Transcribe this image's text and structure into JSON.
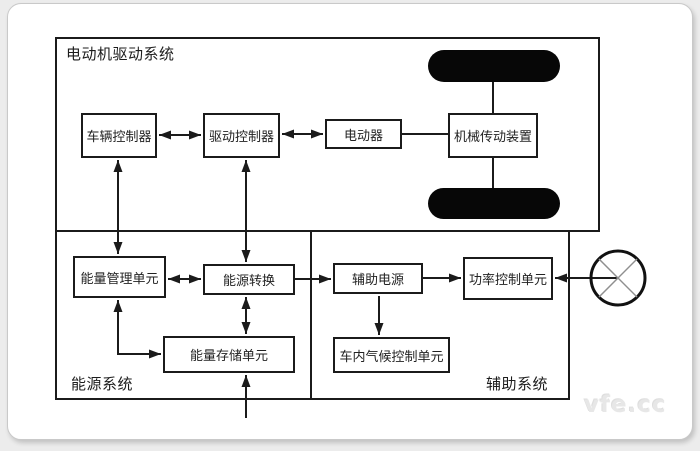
{
  "diagram": {
    "sections": {
      "motor_drive": "电动机驱动系统",
      "energy": "能源系统",
      "auxiliary": "辅助系统"
    },
    "blocks": {
      "vehicle_controller": "车辆控制器",
      "drive_controller": "驱动控制器",
      "motor": "电动器",
      "transmission": "机械传动装置",
      "energy_management": "能量管理单元",
      "energy_conversion": "能源转换",
      "energy_storage": "能量存储单元",
      "aux_power": "辅助电源",
      "power_control": "功率控制单元",
      "climate_control": "车内气候控制单元"
    },
    "symbols": {
      "wheel_top": "wheel",
      "wheel_bottom": "wheel",
      "fan": "cooling-fan-symbol"
    },
    "colors": {
      "line": "#1b1b1b",
      "wheel_fill": "#070707",
      "fan_cross": "#8f8f8f",
      "watermark": "#e7e7e7"
    }
  },
  "watermark": "vfe.cc"
}
